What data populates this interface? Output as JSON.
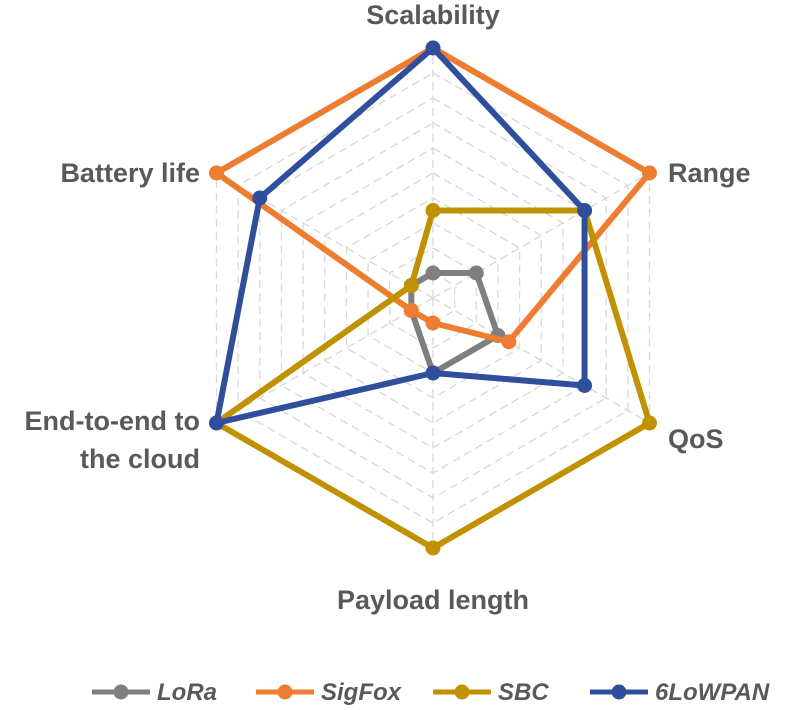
{
  "chart_data": {
    "type": "radar",
    "categories": [
      [
        "Scalability"
      ],
      [
        "Range"
      ],
      [
        "QoS"
      ],
      [
        "Payload length"
      ],
      [
        "End-to-end to",
        "the cloud"
      ],
      [
        "Battery life"
      ]
    ],
    "rlim": [
      0,
      10
    ],
    "grid": "dashed",
    "legend_position": "bottom",
    "series": [
      {
        "name": "LoRa",
        "color": "#7f7f7f",
        "values": [
          1,
          2,
          3,
          3,
          1,
          1
        ]
      },
      {
        "name": "SigFox",
        "color": "#ed7d31",
        "values": [
          10,
          10,
          3.5,
          1,
          1,
          10
        ]
      },
      {
        "name": "SBC",
        "color": "#c09100",
        "values": [
          3.5,
          7,
          10,
          10,
          10,
          1
        ]
      },
      {
        "name": "6LoWPAN",
        "color": "#2f4e9c",
        "values": [
          10,
          7,
          7,
          3,
          10,
          8
        ]
      }
    ]
  }
}
